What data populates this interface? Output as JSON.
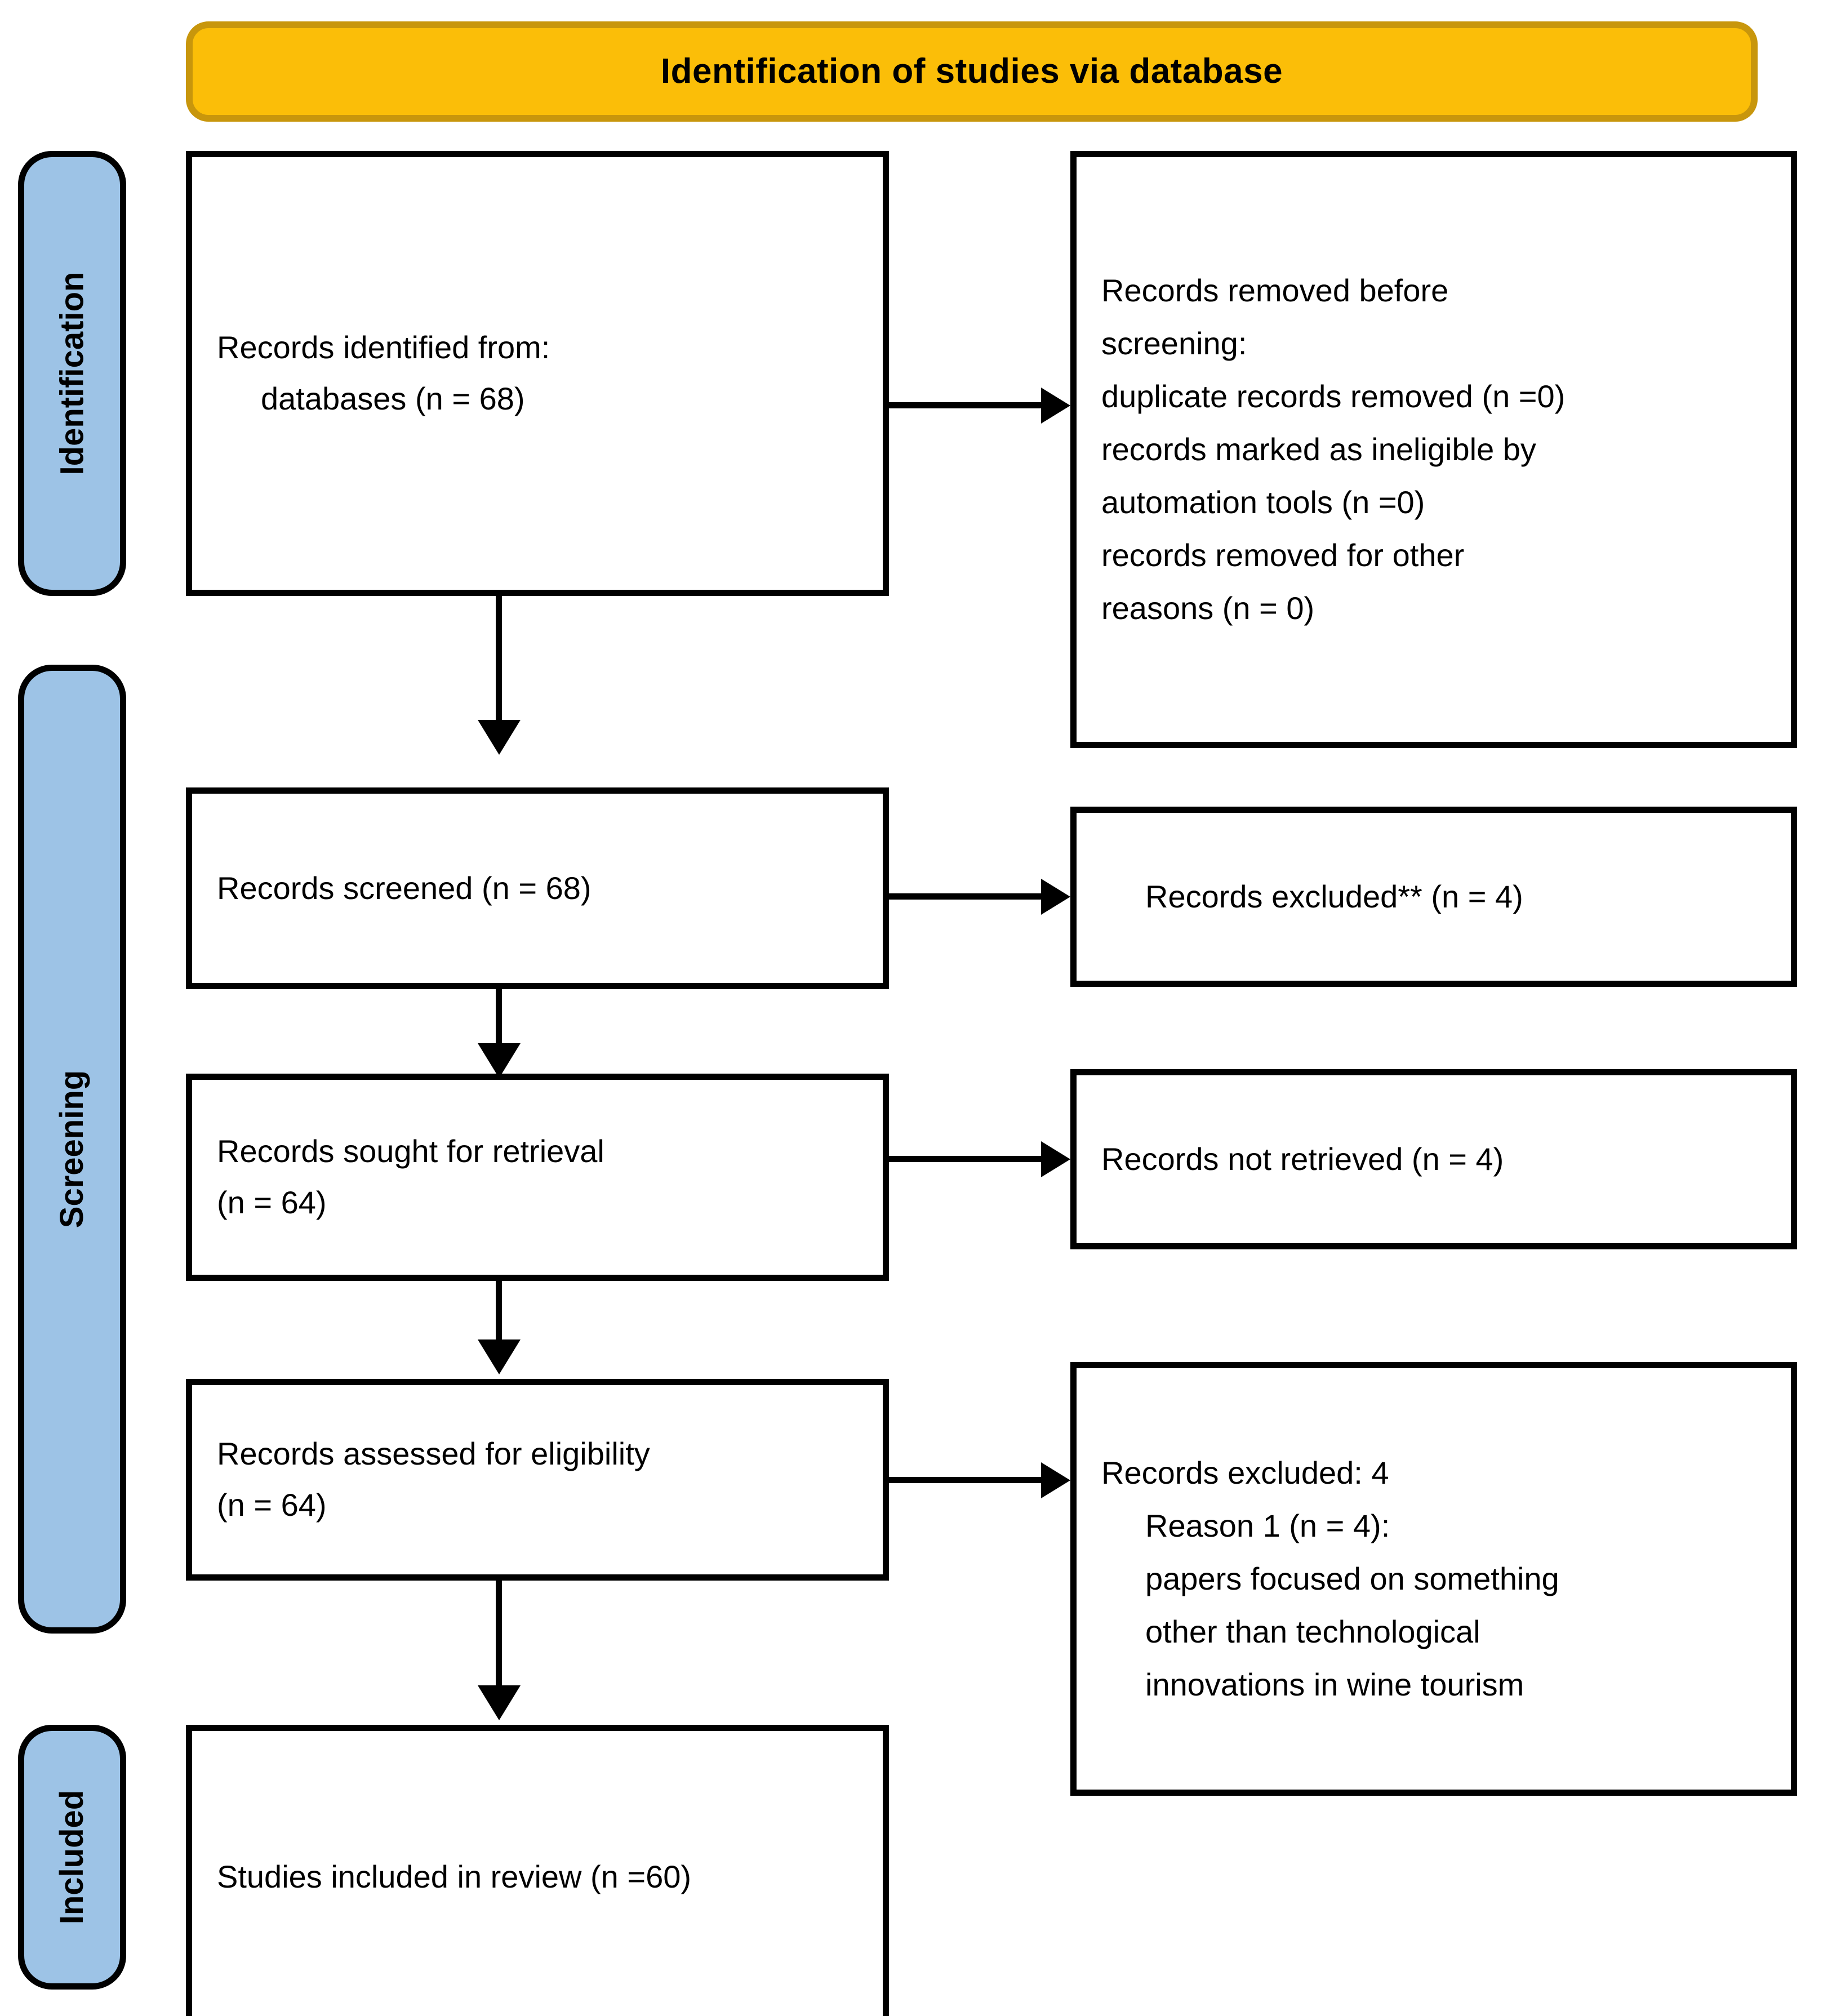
{
  "header": {
    "title": "Identification of studies via database"
  },
  "stages": [
    {
      "id": "identification",
      "label": "Identification"
    },
    {
      "id": "screening",
      "label": "Screening"
    },
    {
      "id": "included",
      "label": "Included"
    }
  ],
  "boxes": {
    "identified": {
      "line1": "Records identified from:",
      "line2": "databases (n = 68)"
    },
    "removed_before_screening": {
      "line1": "Records removed before",
      "line2": "screening:",
      "line3": "duplicate records removed (n =0)",
      "line4": "records marked as ineligible by",
      "line5": "automation tools (n =0)",
      "line6": "records removed for other",
      "line7": "reasons (n = 0)"
    },
    "screened": {
      "line1": "Records screened (n = 68)"
    },
    "excluded": {
      "line1": "Records excluded** (n = 4)"
    },
    "sought": {
      "line1": "Records sought for retrieval",
      "line2": "(n = 64)"
    },
    "not_retrieved": {
      "line1": "Records not retrieved (n = 4)"
    },
    "assessed": {
      "line1": "Records assessed for eligibility",
      "line2": "(n = 64)"
    },
    "excluded_reasons": {
      "line1": "Records excluded: 4",
      "line2": "Reason 1 (n = 4):",
      "line3": "papers focused on something",
      "line4": "other than technological",
      "line5": "innovations in wine tourism"
    },
    "included": {
      "line1": "Studies included in review (n =60)"
    }
  },
  "colors": {
    "header_fill": "#FBBE08",
    "header_border": "#C8960C",
    "stage_fill": "#9DC3E6",
    "box_border": "#000000",
    "box_fill": "#FFFFFF",
    "connector": "#000000"
  },
  "counts": {
    "records_identified": 68,
    "duplicates_removed": 0,
    "ineligible_automation": 0,
    "removed_other": 0,
    "records_screened": 68,
    "records_excluded": 4,
    "records_sought": 64,
    "records_not_retrieved": 4,
    "records_assessed": 64,
    "records_excluded_eligibility": 4,
    "studies_included": 60
  }
}
